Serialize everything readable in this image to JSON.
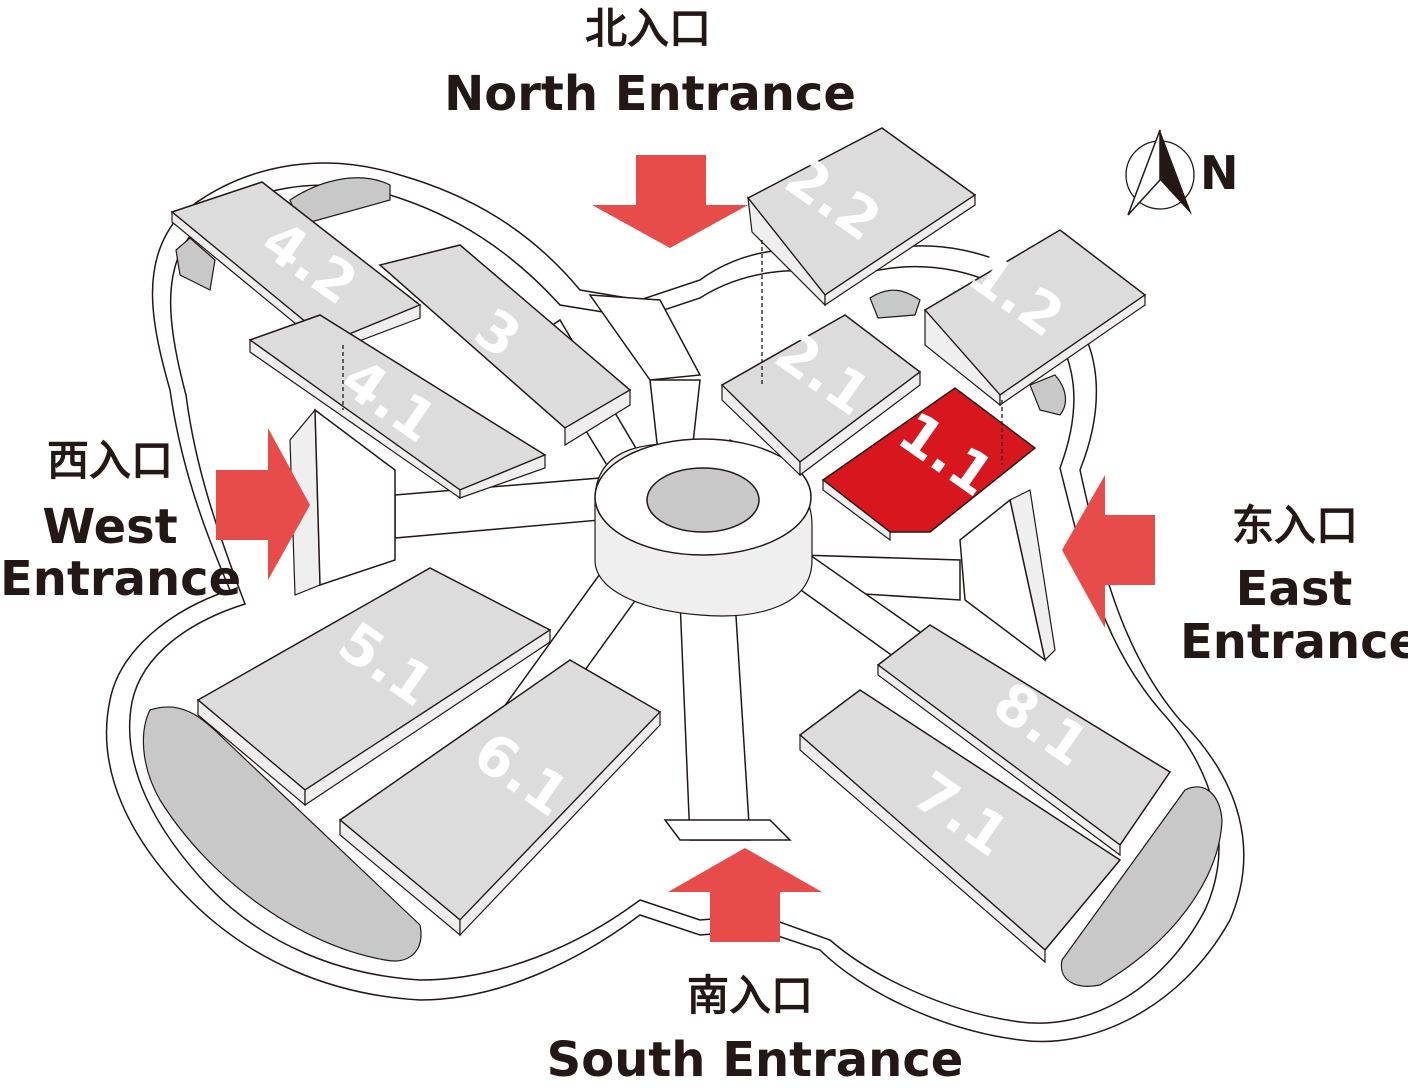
{
  "colors": {
    "highlight_hall": "#d7161e",
    "arrow": "#e74c4a",
    "hall_fill": "#d8d8d8",
    "hall_top": "#dcdcdc",
    "side_fill": "#efefef",
    "outline": "#231815",
    "label_text": "#231815",
    "hall_number_text": "#ffffff"
  },
  "compass": {
    "label": "N",
    "icon": "north-arrow-icon"
  },
  "entrances": {
    "north": {
      "cn": "北入口",
      "en": "North Entrance"
    },
    "west": {
      "cn": "西入口",
      "en_line1": "West",
      "en_line2": "Entrance"
    },
    "east": {
      "cn": "东入口",
      "en_line1": "East",
      "en_line2": "Entrance"
    },
    "south": {
      "cn": "南入口",
      "en": "South Entrance"
    }
  },
  "halls": {
    "h1_1": {
      "label": "1.1",
      "highlighted": true
    },
    "h1_2": {
      "label": "1.2",
      "highlighted": false
    },
    "h2_1": {
      "label": "2.1",
      "highlighted": false
    },
    "h2_2": {
      "label": "2.2",
      "highlighted": false
    },
    "h3": {
      "label": "3",
      "highlighted": false
    },
    "h4_1": {
      "label": "4.1",
      "highlighted": false
    },
    "h4_2": {
      "label": "4.2",
      "highlighted": false
    },
    "h5_1": {
      "label": "5.1",
      "highlighted": false
    },
    "h6_1": {
      "label": "6.1",
      "highlighted": false
    },
    "h7_1": {
      "label": "7.1",
      "highlighted": false
    },
    "h8_1": {
      "label": "8.1",
      "highlighted": false
    }
  }
}
